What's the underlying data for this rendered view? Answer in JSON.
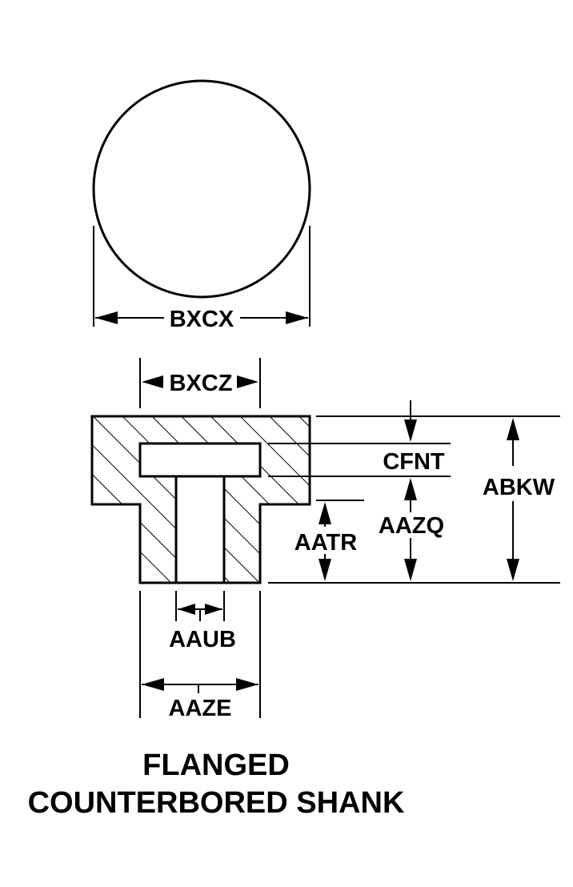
{
  "title": {
    "line1": "FLANGED",
    "line2": "COUNTERBORED SHANK"
  },
  "dimensions": {
    "bxcx": "BXCX",
    "bxcz": "BXCZ",
    "cfnt": "CFNT",
    "abkw": "ABKW",
    "aazq": "AAZQ",
    "aatr": "AATR",
    "aaub": "AAUB",
    "aaze": "AAZE"
  },
  "colors": {
    "ink": "#000000",
    "background": "#ffffff"
  }
}
